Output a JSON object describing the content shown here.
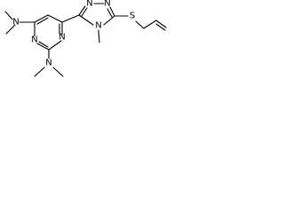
{
  "molecule": {
    "atom_labels": {
      "n_nme2_upper": "N",
      "n_pyr_right": "N",
      "n_pyr_bottom": "N",
      "n_nme2_lower": "N",
      "n_triazole_top": "N",
      "n_triazole_right": "N",
      "n_triazole_methyl": "N",
      "s_thioether": "S"
    }
  }
}
